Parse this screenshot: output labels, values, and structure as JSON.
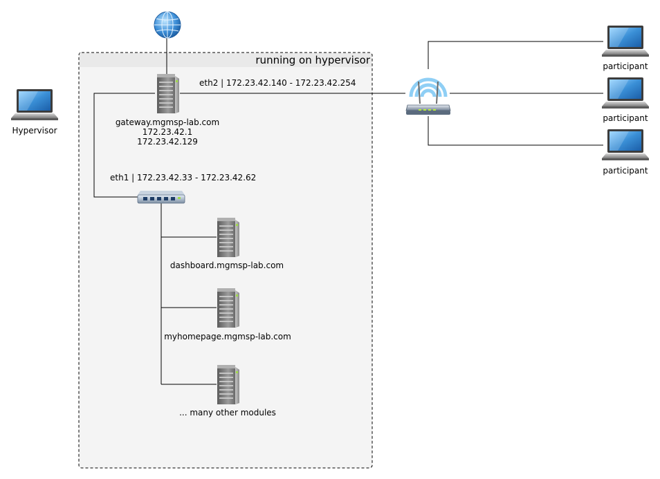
{
  "container": {
    "title": "running on hypervisor",
    "fill": "#f4f4f4",
    "header_fill": "#e9e9e9",
    "border": "#000000"
  },
  "hypervisor": {
    "label": "Hypervisor",
    "icon": "laptop-icon"
  },
  "internet": {
    "icon": "globe-icon"
  },
  "gateway": {
    "icon": "server-icon",
    "hostname": "gateway.mgmsp-lab.com",
    "ip1": "172.23.42.1",
    "ip2": "172.23.42.129"
  },
  "links": {
    "eth2": "eth2 | 172.23.42.140 - 172.23.42.254",
    "eth1": "eth1 | 172.23.42.33 - 172.23.42.62"
  },
  "switch": {
    "icon": "switch-icon"
  },
  "modules": [
    {
      "label": "dashboard.mgmsp-lab.com",
      "icon": "server-icon"
    },
    {
      "label": "myhomepage.mgmsp-lab.com",
      "icon": "server-icon"
    },
    {
      "label": "... many other modules",
      "icon": "server-icon"
    }
  ],
  "router": {
    "icon": "wireless-router-icon"
  },
  "participants": [
    {
      "label": "participant",
      "icon": "laptop-icon"
    },
    {
      "label": "participant",
      "icon": "laptop-icon"
    },
    {
      "label": "participant",
      "icon": "laptop-icon"
    }
  ],
  "colors": {
    "line": "#000000",
    "laptop_screen": "#3a8fd6",
    "server_body": "#8a8a8a",
    "router_wave": "#8fcff5"
  }
}
